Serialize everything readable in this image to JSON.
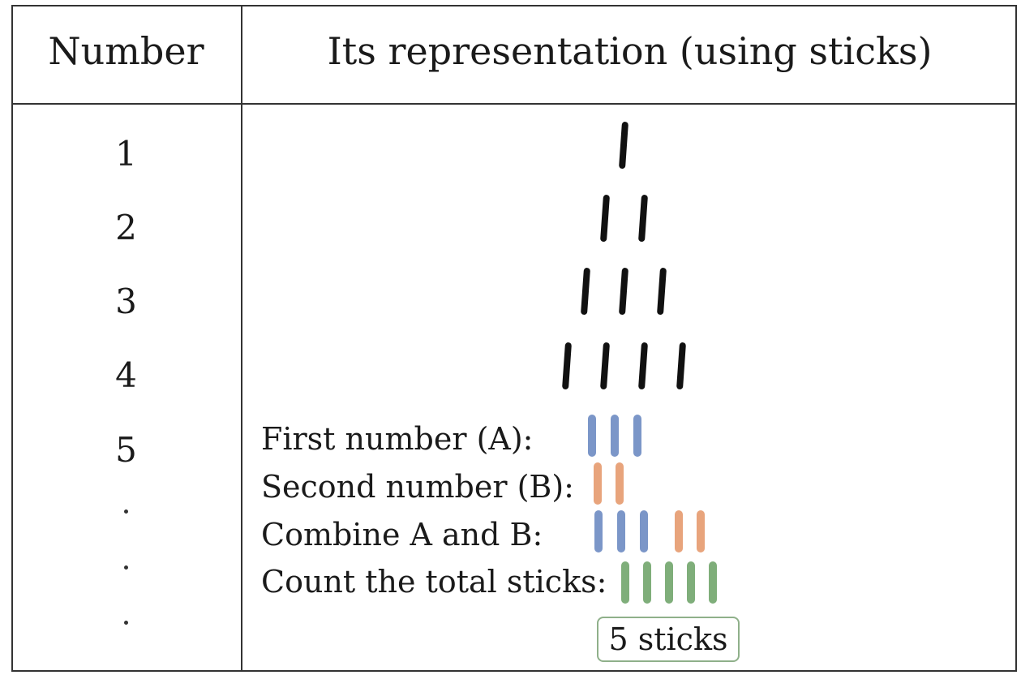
{
  "table": {
    "header_number": "Number",
    "header_representation": "Its representation (using sticks)"
  },
  "rows": [
    {
      "number": "1",
      "sticks": 1
    },
    {
      "number": "2",
      "sticks": 2
    },
    {
      "number": "3",
      "sticks": 3
    },
    {
      "number": "4",
      "sticks": 4
    }
  ],
  "row5": {
    "number": "5",
    "steps": [
      {
        "label": "First number (A):",
        "sticks": 3,
        "color": "#7b96c8"
      },
      {
        "label": "Second number (B):",
        "sticks": 2,
        "color": "#e8a47c"
      },
      {
        "label": "Combine A and B:",
        "sticks_a": 3,
        "sticks_b": 2,
        "color_a": "#7b96c8",
        "color_b": "#e8a47c"
      },
      {
        "label": "Count the total sticks:",
        "sticks": 5,
        "color": "#7fae7a"
      }
    ],
    "result": "5 sticks"
  },
  "continuation_dots": 3,
  "colors": {
    "border": "#333333",
    "stick": "#111111",
    "blue": "#7b96c8",
    "orange": "#e8a47c",
    "green": "#7fae7a",
    "result_border": "#8fb08a"
  }
}
